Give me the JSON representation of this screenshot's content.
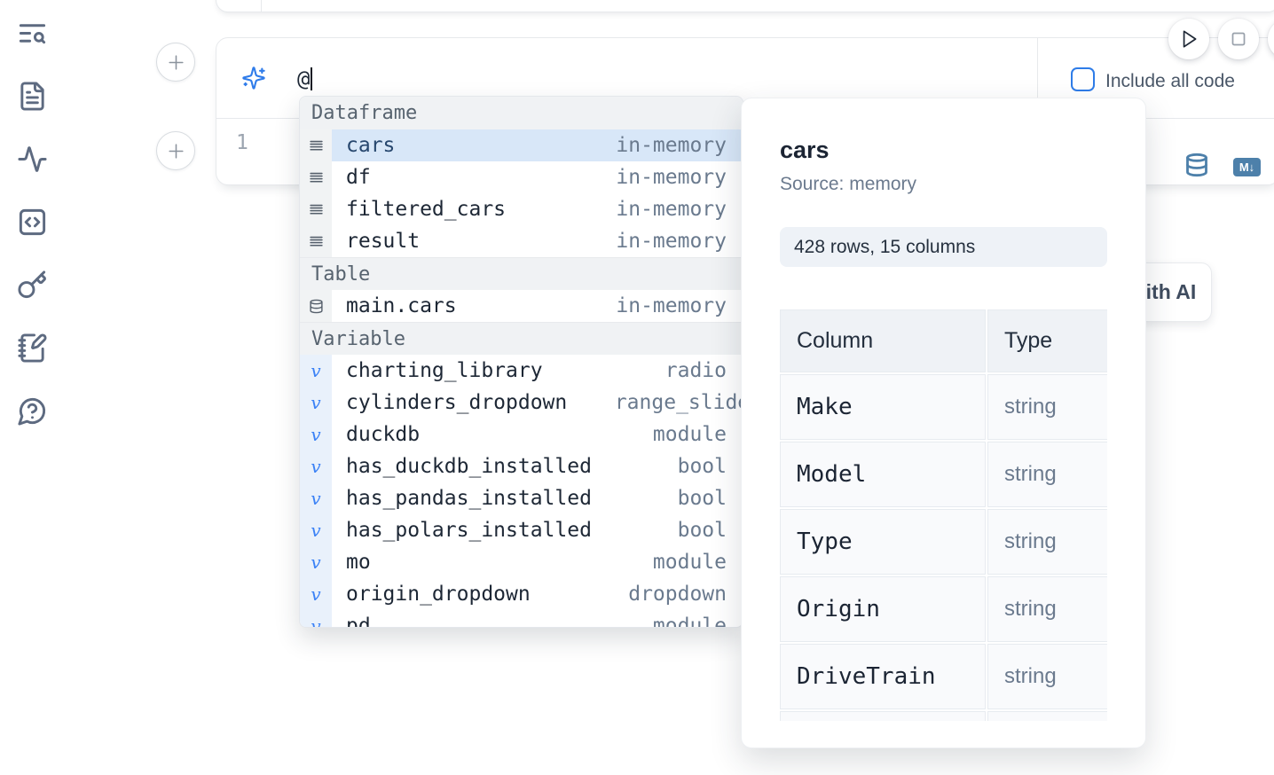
{
  "sidebar": {
    "items": [
      {
        "name": "search-panel",
        "icon": "text-search"
      },
      {
        "name": "files",
        "icon": "file-text"
      },
      {
        "name": "activity",
        "icon": "activity"
      },
      {
        "name": "snippets",
        "icon": "square-code"
      },
      {
        "name": "secrets",
        "icon": "key"
      },
      {
        "name": "scratchpad",
        "icon": "notebook-pen"
      },
      {
        "name": "help",
        "icon": "message-circle-question"
      }
    ]
  },
  "run_controls": {
    "buttons": [
      "run-cell",
      "stop-cell",
      "more"
    ]
  },
  "ai_cell": {
    "prompt_text": "@",
    "include_all_code_label": "Include all code",
    "checkbox_checked": false
  },
  "code_cell": {
    "line_number": "1"
  },
  "generate_ai_button": {
    "label": "Generate with AI"
  },
  "autocomplete": {
    "sections": [
      {
        "label": "Dataframe",
        "items": [
          {
            "name": "cars",
            "type": "in-memory",
            "icon": "rows",
            "selected": true
          },
          {
            "name": "df",
            "type": "in-memory",
            "icon": "rows"
          },
          {
            "name": "filtered_cars",
            "type": "in-memory",
            "icon": "rows"
          },
          {
            "name": "result",
            "type": "in-memory",
            "icon": "rows"
          }
        ]
      },
      {
        "label": "Table",
        "items": [
          {
            "name": "main.cars",
            "type": "in-memory",
            "icon": "database"
          }
        ]
      },
      {
        "label": "Variable",
        "items": [
          {
            "name": "charting_library",
            "type": "radio",
            "icon": "variable"
          },
          {
            "name": "cylinders_dropdown",
            "type": "range_slider",
            "icon": "variable",
            "overflow": true
          },
          {
            "name": "duckdb",
            "type": "module",
            "icon": "variable"
          },
          {
            "name": "has_duckdb_installed",
            "type": "bool",
            "icon": "variable"
          },
          {
            "name": "has_pandas_installed",
            "type": "bool",
            "icon": "variable"
          },
          {
            "name": "has_polars_installed",
            "type": "bool",
            "icon": "variable"
          },
          {
            "name": "mo",
            "type": "module",
            "icon": "variable"
          },
          {
            "name": "origin_dropdown",
            "type": "dropdown",
            "icon": "variable"
          },
          {
            "name": "pd",
            "type": "module",
            "icon": "variable"
          }
        ]
      }
    ]
  },
  "preview_panel": {
    "title": "cars",
    "source_label": "Source: memory",
    "shape_badge": "428 rows, 15 columns",
    "table": {
      "headers": [
        "Column",
        "Type"
      ],
      "rows": [
        {
          "column": "Make",
          "type": "string"
        },
        {
          "column": "Model",
          "type": "string"
        },
        {
          "column": "Type",
          "type": "string"
        },
        {
          "column": "Origin",
          "type": "string"
        },
        {
          "column": "DriveTrain",
          "type": "string"
        }
      ]
    }
  },
  "colors": {
    "accent_blue": "#2f7cea",
    "steel_blue": "#4d80aa",
    "selection_blue": "#d8e7f8",
    "checkbox_blue": "#2e7ce8"
  }
}
